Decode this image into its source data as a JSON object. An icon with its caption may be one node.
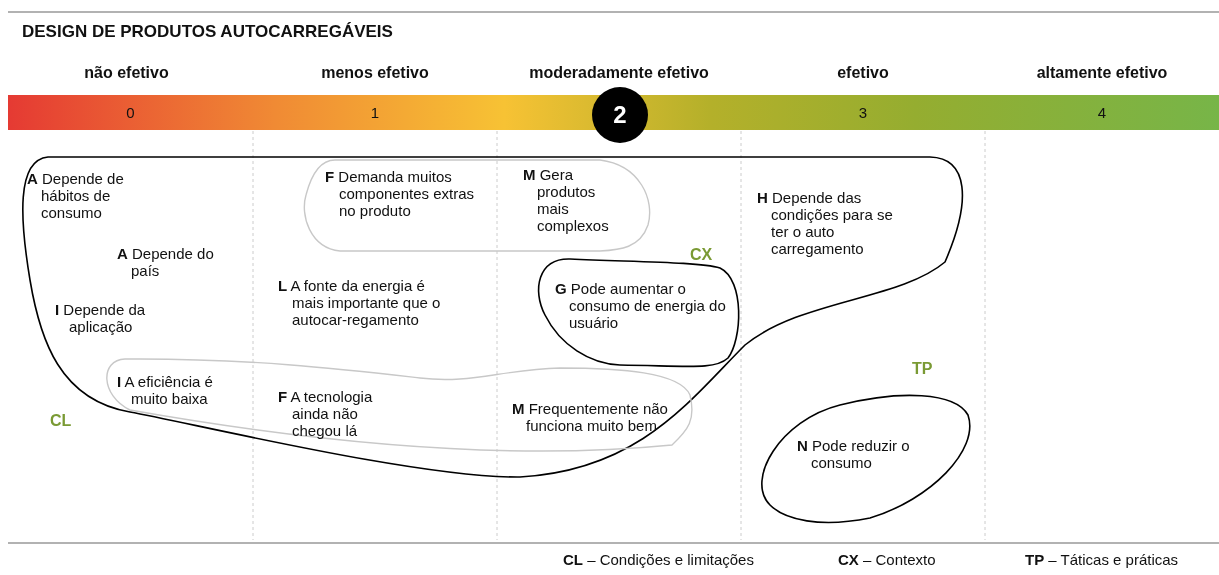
{
  "diagram": {
    "title": "DESIGN DE PRODUTOS AUTOCARREGÁVEIS",
    "nodes": [
      {
        "text": [
          "**A** Depende de hábitos de consumo",
          "**H** Depende das condições para se ter o auto carregamento",
          "**A** Depende do país",
          "**L** A fonte da energia é mais importante que o autocar-regamento",
          "**I** Depende da aplicação",
          "CL"
        ]
      },
      {
        "text": [
          "**F** Demanda muitos componentes extras no produto",
          "**M** Gera produtos mais complexos"
        ],
        "in": 0
      },
      {
        "text": [
          "CX",
          "**G** Pode aumentar o consumo de energia do usuário"
        ],
        "in": 0
      },
      {
        "text": [
          "**I** A eficiência é muito baixa",
          "**F** A tecnologia ainda não chegou lá",
          "**M** Frequentemente não funciona muito bem"
        ],
        "in": 0
      },
      {
        "text": [
          "TP",
          "**N** Pode reduzir o consumo"
        ]
      },
      {
        "text": [
          "0",
          "1",
          "3",
          "4"
        ]
      },
      {
        "text": [
          "2"
        ]
      }
    ],
    "labels": [
      "não efetivo",
      "menos efetivo",
      "moderadamente efetivo",
      "efetivo",
      "altamente efetivo",
      "**CL** – Condições e limitações",
      "**CX** – Contexto",
      "**TP** – Táticas e práticas"
    ]
  }
}
